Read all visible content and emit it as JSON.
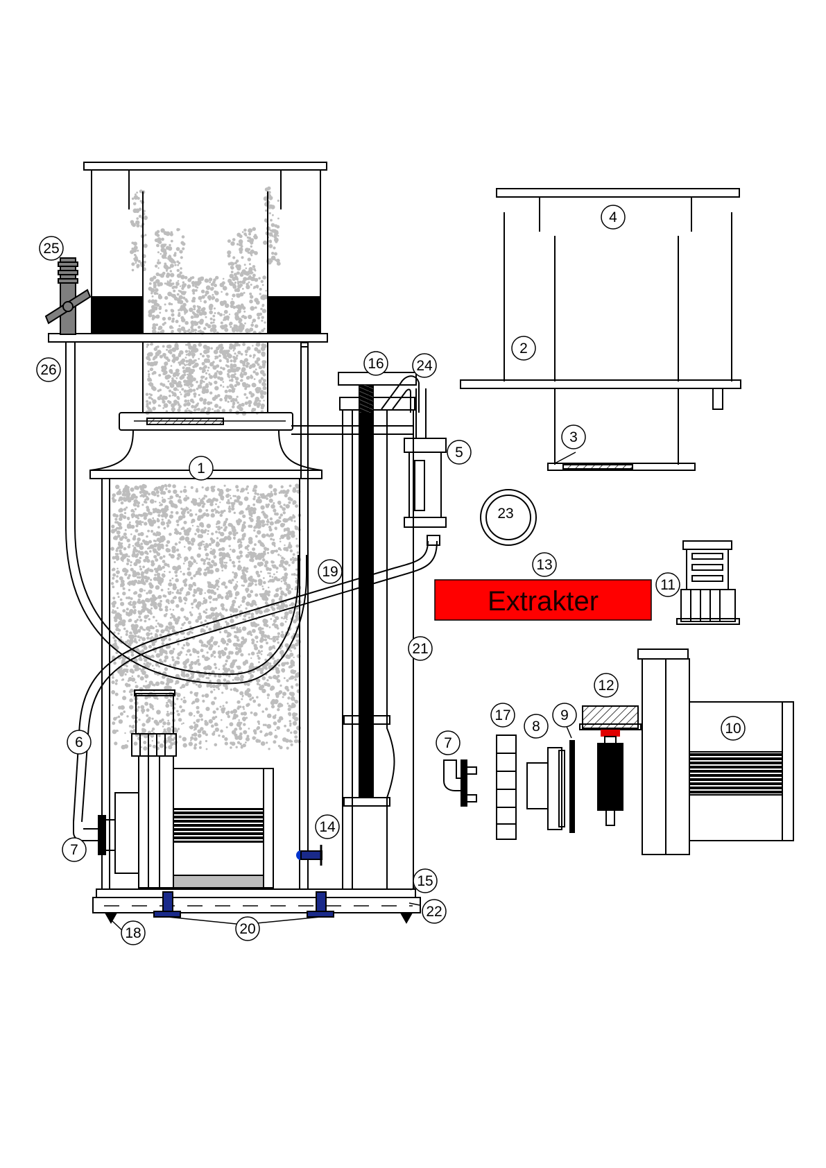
{
  "colors": {
    "stroke": "#000000",
    "bubbles": "#bdbdbd",
    "block": "#000000",
    "valve": "#7f7f7f",
    "bolt": "#1a2a8a",
    "knob": "#0033cc",
    "banner_fill": "#ff0000",
    "banner_text": "#1a0000",
    "accent_red": "#e00000"
  },
  "banner": {
    "text": "Extrakter"
  },
  "callouts": [
    {
      "id": "c1",
      "text": "1"
    },
    {
      "id": "c2",
      "text": "2"
    },
    {
      "id": "c3",
      "text": "3"
    },
    {
      "id": "c4",
      "text": "4"
    },
    {
      "id": "c5",
      "text": "5"
    },
    {
      "id": "c6",
      "text": "6"
    },
    {
      "id": "c7a",
      "text": "7"
    },
    {
      "id": "c7b",
      "text": "7"
    },
    {
      "id": "c8",
      "text": "8"
    },
    {
      "id": "c9",
      "text": "9"
    },
    {
      "id": "c10",
      "text": "10"
    },
    {
      "id": "c11",
      "text": "11"
    },
    {
      "id": "c12",
      "text": "12"
    },
    {
      "id": "c13",
      "text": "13"
    },
    {
      "id": "c14",
      "text": "14"
    },
    {
      "id": "c15",
      "text": "15"
    },
    {
      "id": "c16",
      "text": "16"
    },
    {
      "id": "c17",
      "text": "17"
    },
    {
      "id": "c18",
      "text": "18"
    },
    {
      "id": "c19",
      "text": "19"
    },
    {
      "id": "c20",
      "text": "20"
    },
    {
      "id": "c21",
      "text": "21"
    },
    {
      "id": "c22",
      "text": "22"
    },
    {
      "id": "c23",
      "text": "23"
    },
    {
      "id": "c24",
      "text": "24"
    },
    {
      "id": "c25",
      "text": "25"
    },
    {
      "id": "c26",
      "text": "26"
    }
  ]
}
